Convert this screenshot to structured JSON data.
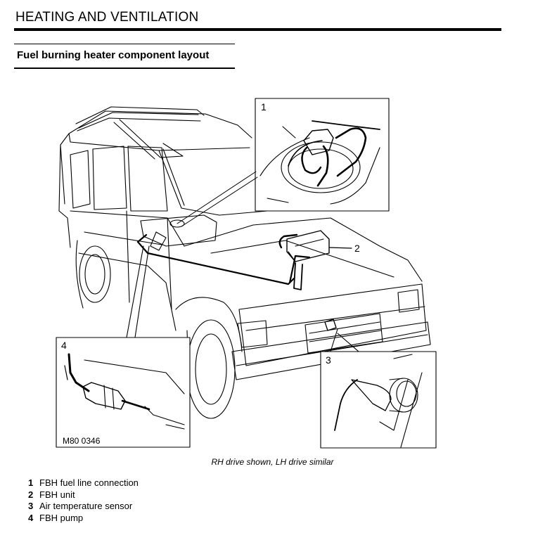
{
  "header": {
    "section_title": "HEATING AND VENTILATION",
    "subsection_title": "Fuel burning heater component layout"
  },
  "figure": {
    "drawing_code": "M80 0346",
    "callouts": [
      "1",
      "2",
      "3",
      "4"
    ],
    "caption": "RH drive shown, LH drive similar"
  },
  "legend": [
    {
      "num": "1",
      "label": "FBH fuel line connection"
    },
    {
      "num": "2",
      "label": "FBH unit"
    },
    {
      "num": "3",
      "label": "Air temperature sensor"
    },
    {
      "num": "4",
      "label": "FBH pump"
    }
  ]
}
